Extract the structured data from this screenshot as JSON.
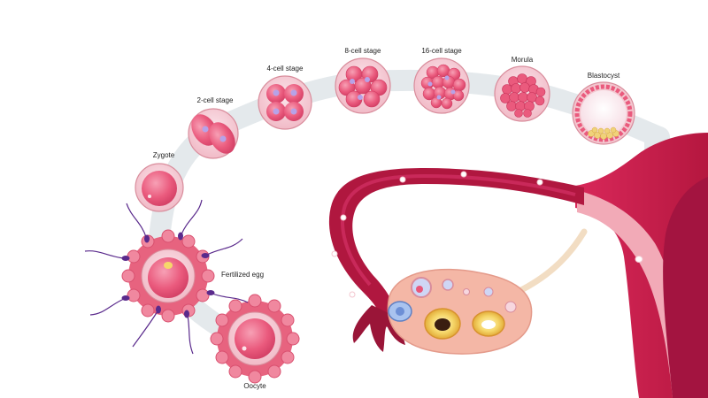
{
  "stages": [
    {
      "id": "oocyte",
      "label": "Oocyte"
    },
    {
      "id": "fertilized",
      "label": "Fertilized egg"
    },
    {
      "id": "zygote",
      "label": "Zygote"
    },
    {
      "id": "two-cell",
      "label": "2-cell stage"
    },
    {
      "id": "four-cell",
      "label": "4-cell stage"
    },
    {
      "id": "eight-cell",
      "label": "8-cell stage"
    },
    {
      "id": "sixteen-cell",
      "label": "16-cell stage"
    },
    {
      "id": "morula",
      "label": "Morula"
    },
    {
      "id": "blastocyst",
      "label": "Blastocyst"
    }
  ],
  "colors": {
    "path": "#e4e9ec",
    "membrane": "#f3c6cf",
    "membrane_edge": "#d98d9c",
    "cell": "#e9577a",
    "cell_light": "#f07a96",
    "nucleus": "#b7a2e8",
    "corona": "#e7637f",
    "sperm": "#5a2a8c",
    "tube": "#b0173f",
    "tube_dark": "#8e0f30",
    "uterus": "#c81f4c",
    "uterus_dark": "#9a1538",
    "ovary": "#f4b7a6",
    "ligament": "#f2ddc3"
  }
}
